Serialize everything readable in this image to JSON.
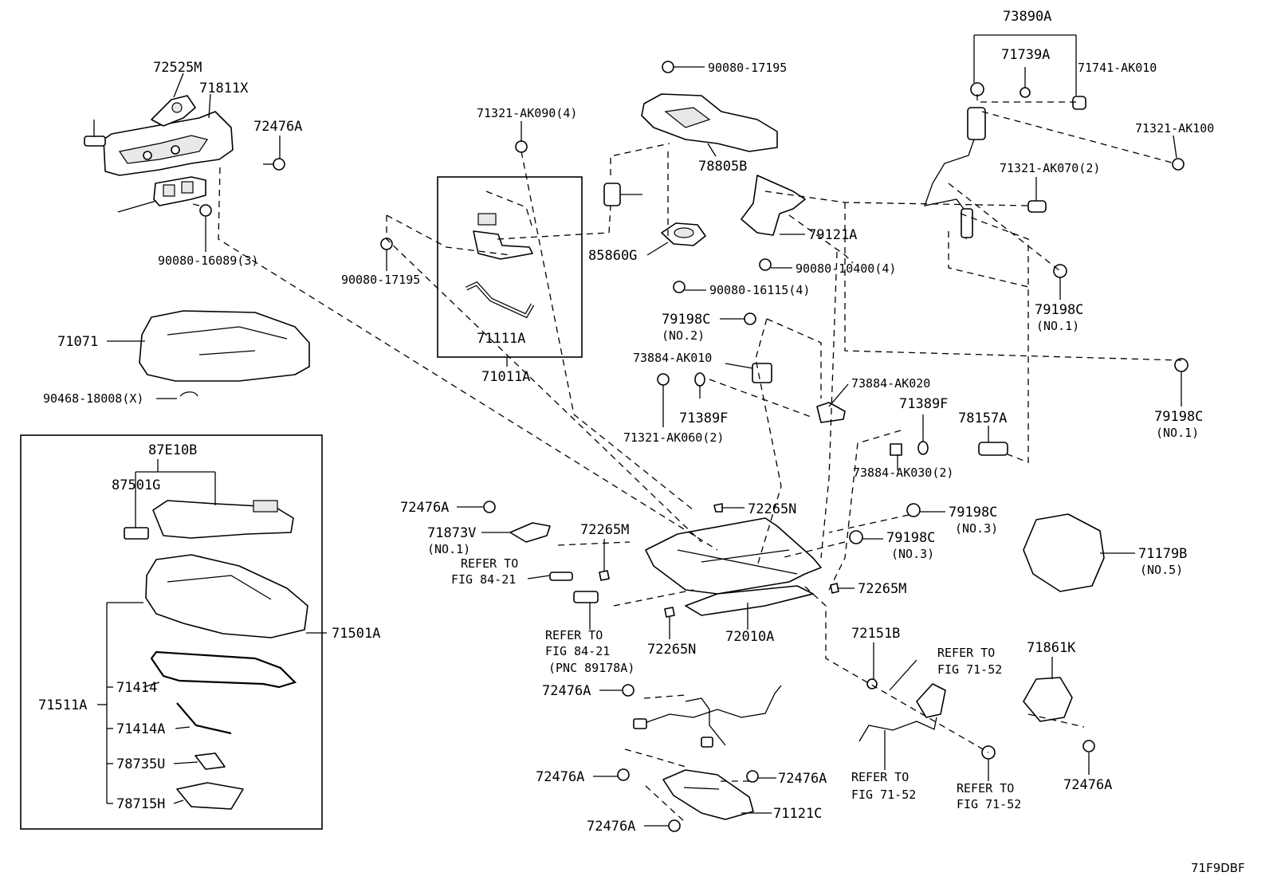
{
  "diagram": {
    "footer_code": "71F9DBF",
    "labels": {
      "p72525M": "72525M",
      "p71811X": "71811X",
      "p72476A_top": "72476A",
      "p90080_16089": "90080-16089(3)",
      "p71071": "71071",
      "p90468_18008": "90468-18008(X)",
      "p71321_AK090": "71321-AK090(4)",
      "p90080_17195_left": "90080-17195",
      "p71111A": "71111A",
      "p71011A": "71011A",
      "p90080_17195_top": "90080-17195",
      "p78805B": "78805B",
      "p85860G": "85860G",
      "p79121A": "79121A",
      "p90080_10400": "90080-10400(4)",
      "p90080_16115": "90080-16115(4)",
      "p79198C_no2": "79198C",
      "p79198C_no2_note": "(NO.2)",
      "p73884_AK010": "73884-AK010",
      "p71389F_mid": "71389F",
      "p71321_AK060": "71321-AK060(2)",
      "p73884_AK020": "73884-AK020",
      "p73890A": "73890A",
      "p71739A": "71739A",
      "p71741_AK010": "71741-AK010",
      "p71321_AK100": "71321-AK100",
      "p71321_AK070": "71321-AK070(2)",
      "p79198C_no1_a": "79198C",
      "p79198C_no1_a_note": "(NO.1)",
      "p79198C_no1_b": "79198C",
      "p79198C_no1_b_note": "(NO.1)",
      "p71389F_right": "71389F",
      "p78157A": "78157A",
      "p73884_AK030": "73884-AK030(2)",
      "p87E10B": "87E10B",
      "p87501G": "87501G",
      "p71501A": "71501A",
      "p71511A": "71511A",
      "p71414": "71414",
      "p71414A": "71414A",
      "p78735U": "78735U",
      "p78715H": "78715H",
      "p72476A_left": "72476A",
      "p71873V": "71873V",
      "p71873V_note": "(NO.1)",
      "refer_84_21_a_1": "REFER TO",
      "refer_84_21_a_2": "FIG 84-21",
      "p72265M_left": "72265M",
      "p72265N_top": "72265N",
      "p79198C_no3_a": "79198C",
      "p79198C_no3_a_note": "(NO.3)",
      "p79198C_no3_b": "79198C",
      "p79198C_no3_b_note": "(NO.3)",
      "p71179B": "71179B",
      "p71179B_note": "(NO.5)",
      "p72265M_right": "72265M",
      "refer_84_21_b_1": "REFER TO",
      "refer_84_21_b_2": "FIG 84-21",
      "refer_84_21_b_3": "(PNC 89178A)",
      "p72265N_bottom": "72265N",
      "p72010A": "72010A",
      "p72151B": "72151B",
      "refer_71_52_a_1": "REFER TO",
      "refer_71_52_a_2": "FIG 71-52",
      "p71861K": "71861K",
      "p72476A_mid": "72476A",
      "p72476A_b1": "72476A",
      "p72476A_b2": "72476A",
      "p72476A_b3": "72476A",
      "p71121C": "71121C",
      "refer_71_52_b_1": "REFER TO",
      "refer_71_52_b_2": "FIG 71-52",
      "refer_71_52_c_1": "REFER TO",
      "refer_71_52_c_2": "FIG 71-52",
      "p72476A_br": "72476A"
    }
  }
}
